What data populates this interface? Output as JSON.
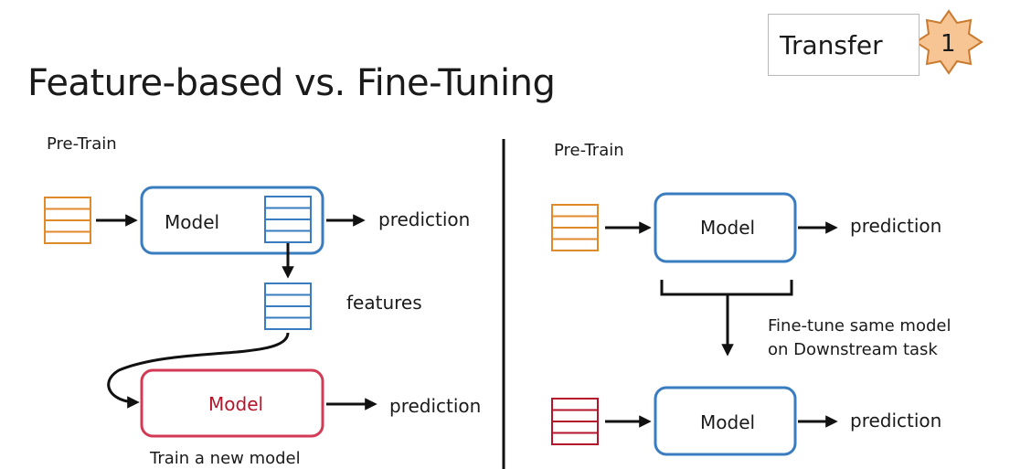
{
  "slide": {
    "title": "Feature-based vs. Fine-Tuning",
    "badge_text": "Transfer",
    "badge_number": "1"
  },
  "left": {
    "pretrain_label": "Pre-Train",
    "model_top": "Model",
    "prediction_top": "prediction",
    "features_label": "features",
    "model_bottom": "Model",
    "prediction_bottom": "prediction",
    "caption_bottom": "Train a new model"
  },
  "right": {
    "pretrain_label": "Pre-Train",
    "model_top": "Model",
    "prediction_top": "prediction",
    "finetune_line1": "Fine-tune same model",
    "finetune_line2": "on Downstream task",
    "model_bottom": "Model",
    "prediction_bottom": "prediction"
  },
  "colors": {
    "orange": "#e08a2c",
    "blue": "#3a7cc0",
    "red": "#b4152b",
    "badge_star": "#f7c594",
    "badge_star_stroke": "#c97a2f",
    "divider": "#111111",
    "arrow": "#111111"
  }
}
